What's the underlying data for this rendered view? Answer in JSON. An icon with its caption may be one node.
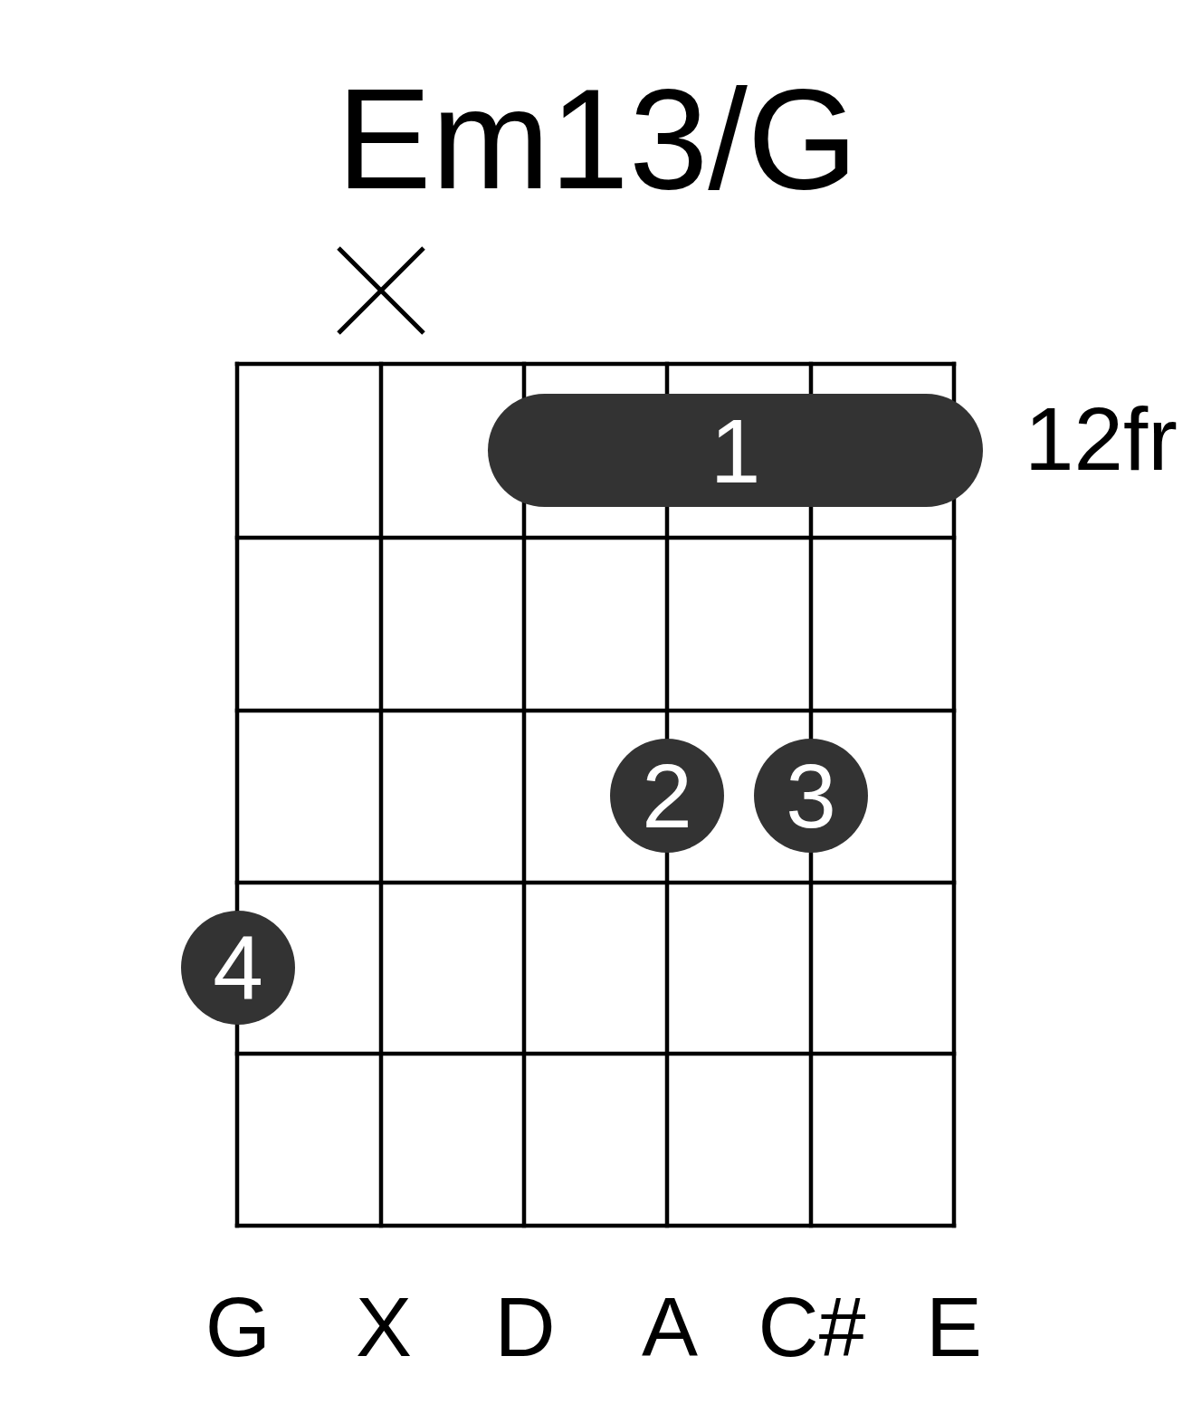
{
  "diagram": {
    "title": "Em13/G",
    "nodes": [
      {
        "text": [
          "1"
        ]
      },
      {
        "text": [
          "2"
        ]
      },
      {
        "text": [
          "3"
        ]
      },
      {
        "text": [
          "4"
        ]
      }
    ],
    "labels": [
      "12fr",
      "G",
      "X",
      "D",
      "A",
      "C#",
      "E"
    ]
  }
}
